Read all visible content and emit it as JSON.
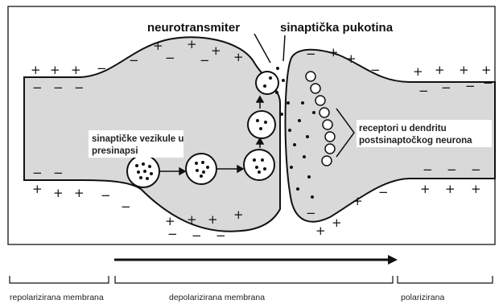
{
  "labels": {
    "neurotransmitter": "neurotransmiter",
    "synaptic_cleft": "sinaptička pukotina",
    "vesicles_line1": "sinaptičke vezikule u",
    "vesicles_line2": "presinapsi",
    "receptors_line1": "receptori u dendritu",
    "receptors_line2": "postsinaptočkog neurona",
    "repolarized": "repolarizirana membrana",
    "depolarized": "depolarizirana membrana",
    "polarized": "polarizirana"
  },
  "charges": {
    "plus": "+",
    "minus": "−"
  },
  "colors": {
    "fill": "#d9d9d9",
    "stroke": "#111111"
  }
}
